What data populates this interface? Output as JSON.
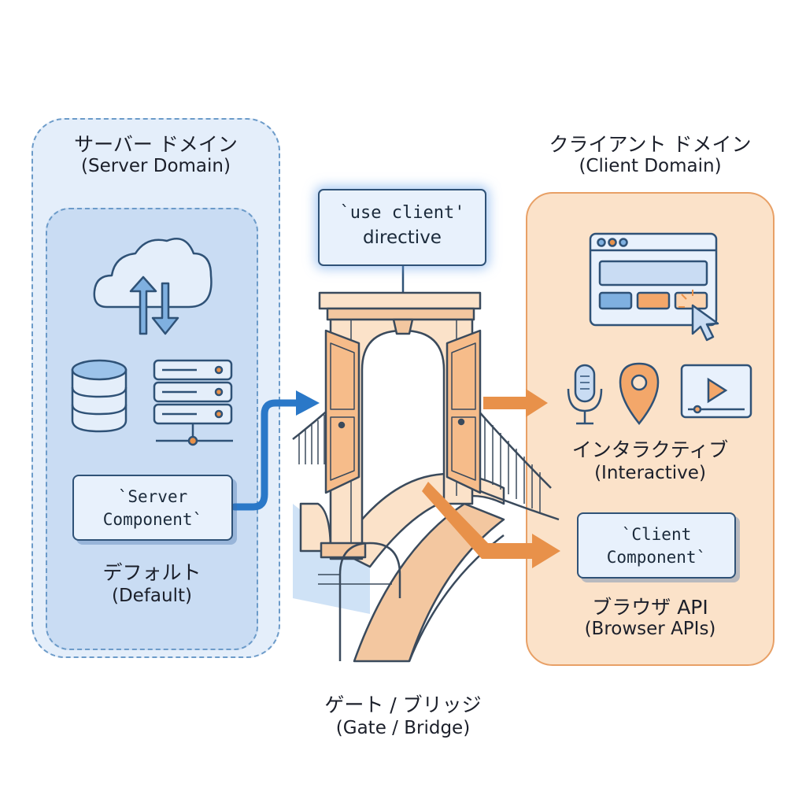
{
  "server_domain": {
    "title_jp": "サーバー ドメイン",
    "title_en": "(Server Domain)",
    "component_line1": "`Server",
    "component_line2": "Component`",
    "default_jp": "デフォルト",
    "default_en": "(Default)"
  },
  "client_domain": {
    "title_jp": "クライアント ドメイン",
    "title_en": "(Client Domain)",
    "interactive_jp": "インタラクティブ",
    "interactive_en": "(Interactive)",
    "component_line1": "`Client",
    "component_line2": "Component`",
    "browser_jp": "ブラウザ API",
    "browser_en": "(Browser APIs)"
  },
  "directive": {
    "code": "`use client'",
    "text": "directive"
  },
  "gate": {
    "label_jp": "ゲート / ブリッジ",
    "label_en": "(Gate / Bridge)"
  },
  "colors": {
    "server_fill": "#c9dcf3",
    "server_outline": "#6c9bc9",
    "client_fill": "#fbe2c9",
    "client_outline": "#e8a066",
    "blue_arrow": "#2a78c8",
    "orange_arrow": "#e8914a",
    "ink": "#2f5277"
  },
  "icons": [
    "cloud-sync-icon",
    "database-icon",
    "server-rack-icon",
    "browser-window-icon",
    "cursor-icon",
    "microphone-icon",
    "location-pin-icon",
    "video-player-icon",
    "bridge-gate-icon"
  ]
}
